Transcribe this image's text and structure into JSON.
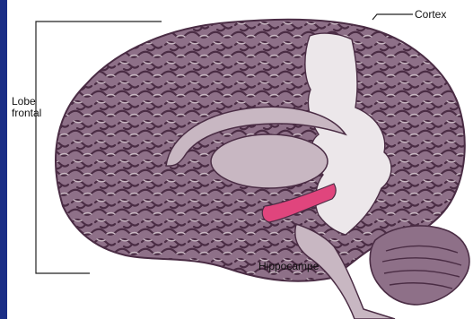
{
  "labels": {
    "lobe_frontal": "Lobe\nfrontal",
    "cortex": "Cortex",
    "hippocampe": "Hippocampe"
  },
  "colors": {
    "left_bar": "#1a2e86",
    "brain_fill": "#8e7088",
    "brain_dark": "#4a2c44",
    "brain_light": "#c8b7c2",
    "cut_section": "#ece7ea",
    "hippocampus": "#e0457d",
    "leader_line": "#222222"
  }
}
